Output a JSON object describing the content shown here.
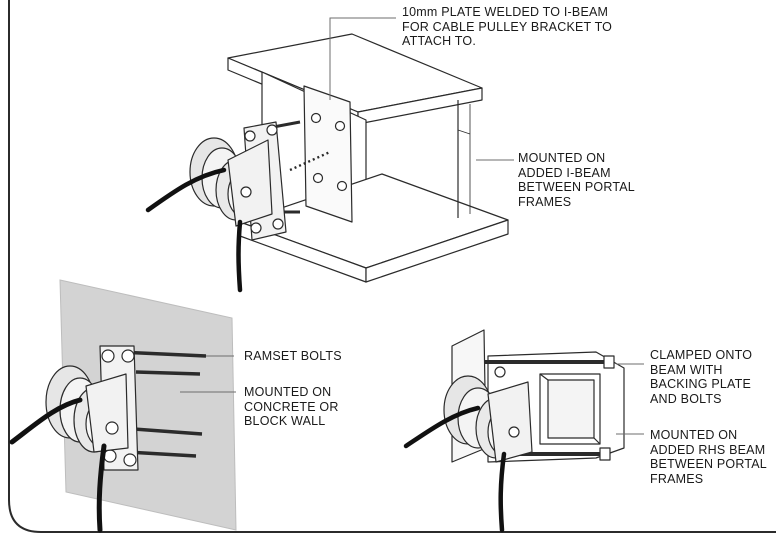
{
  "callouts": {
    "plate_weld": "10mm PLATE WELDED TO I-BEAM\nFOR CABLE PULLEY BRACKET TO\nATTACH TO.",
    "i_beam_mount": "MOUNTED ON\nADDED I-BEAM\nBETWEEN PORTAL\nFRAMES",
    "ramset_bolts": "RAMSET BOLTS",
    "concrete_mount": "MOUNTED ON\nCONCRETE OR\nBLOCK WALL",
    "clamp_mount": "CLAMPED ONTO\nBEAM WITH\nBACKING PLATE\nAND BOLTS",
    "rhs_mount": "MOUNTED ON\nADDED RHS BEAM\nBETWEEN PORTAL\nFRAMES"
  },
  "colors": {
    "stroke": "#2b2b2b",
    "beam_fill": "#ffffff",
    "wall_fill": "#d3d3d3",
    "pulley_fill": "#efefef",
    "cable": "#111111"
  }
}
